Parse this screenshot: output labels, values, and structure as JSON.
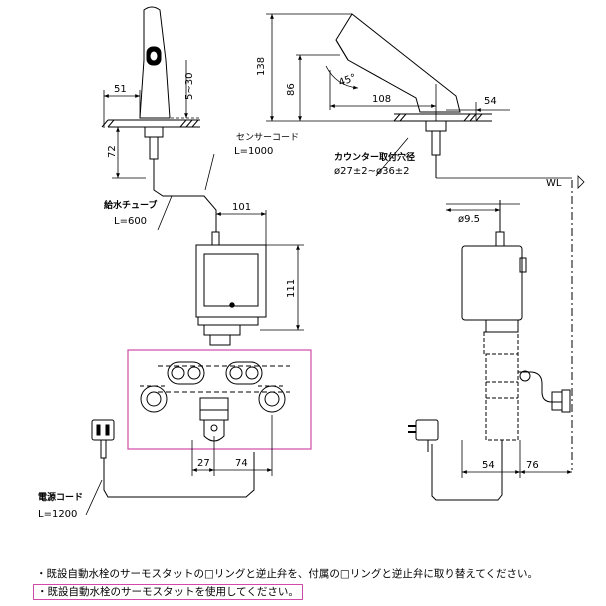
{
  "front": {
    "dims": {
      "d51": "51",
      "d5_30": "5~30",
      "d72": "72",
      "d101": "101",
      "d111": "111",
      "d27": "27",
      "d74": "74"
    },
    "sensor_cord": {
      "title": "センサーコード",
      "length": "L=1000"
    },
    "supply_tube": {
      "title": "給水チューブ",
      "length": "L=600"
    },
    "power_cord": {
      "title": "電源コード",
      "length": "L=1200"
    }
  },
  "side": {
    "dims": {
      "d138": "138",
      "d86": "86",
      "d45": "45°",
      "d108": "108",
      "d54_top": "54",
      "d9_5": "ø9.5",
      "d54_bot": "54",
      "d76": "76"
    },
    "counter_hole": {
      "title": "カウンター取付穴径",
      "range": "ø27±2~ø36±2"
    },
    "wl": "WL"
  },
  "notes": {
    "line1": "・既設自動水栓のサーモスタットの□リングと逆止弁を、付属の□リングと逆止弁に取り替えてください。",
    "line2": "・既設自動水栓のサーモスタットを使用してください。"
  },
  "colors": {
    "highlight": "#d04aa8",
    "line": "#000000"
  }
}
